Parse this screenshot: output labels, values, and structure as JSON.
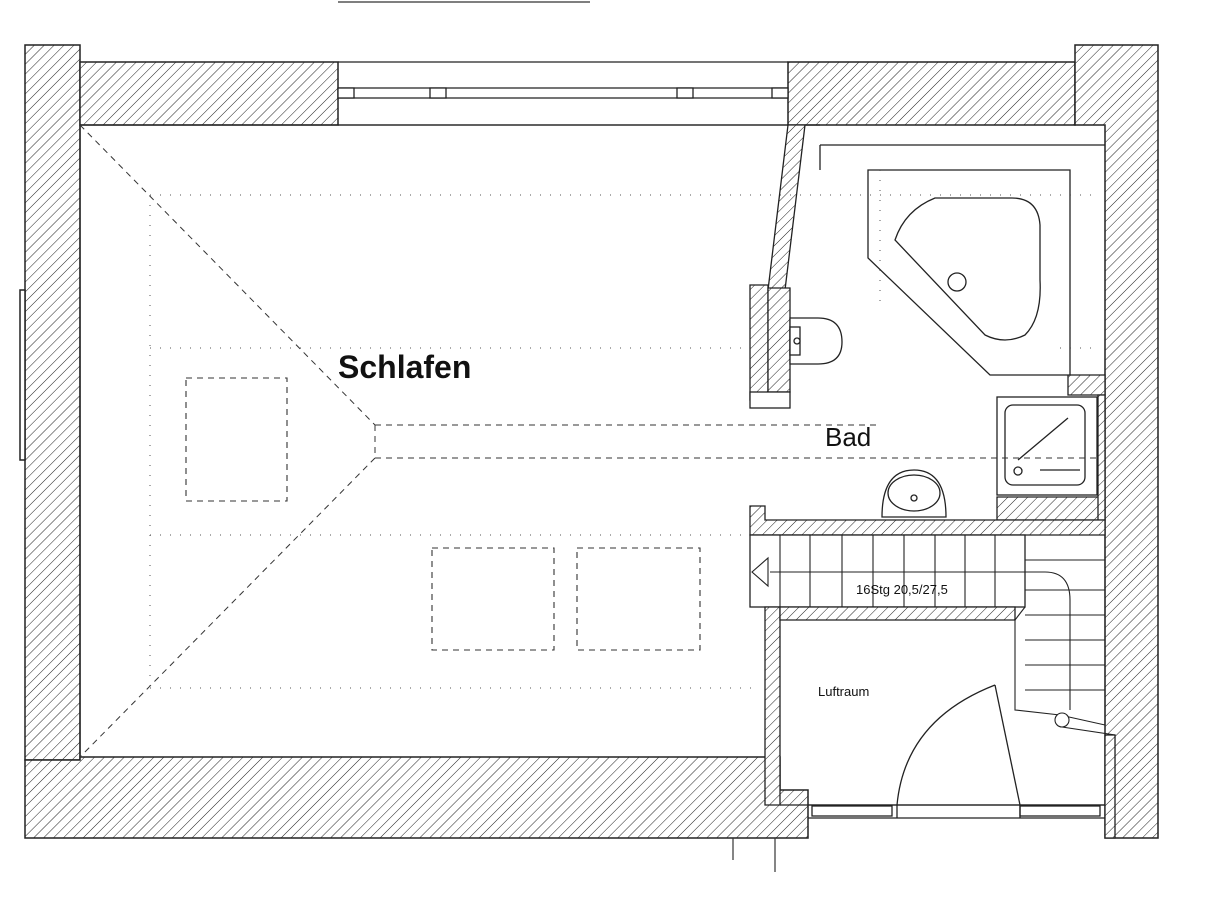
{
  "rooms": {
    "schlafen": "Schlafen",
    "bad": "Bad",
    "luftraum": "Luftraum"
  },
  "stairs": {
    "label": "16Stg 20,5/27,5"
  },
  "colors": {
    "ink": "#1a1a1a",
    "paper": "#ffffff"
  }
}
